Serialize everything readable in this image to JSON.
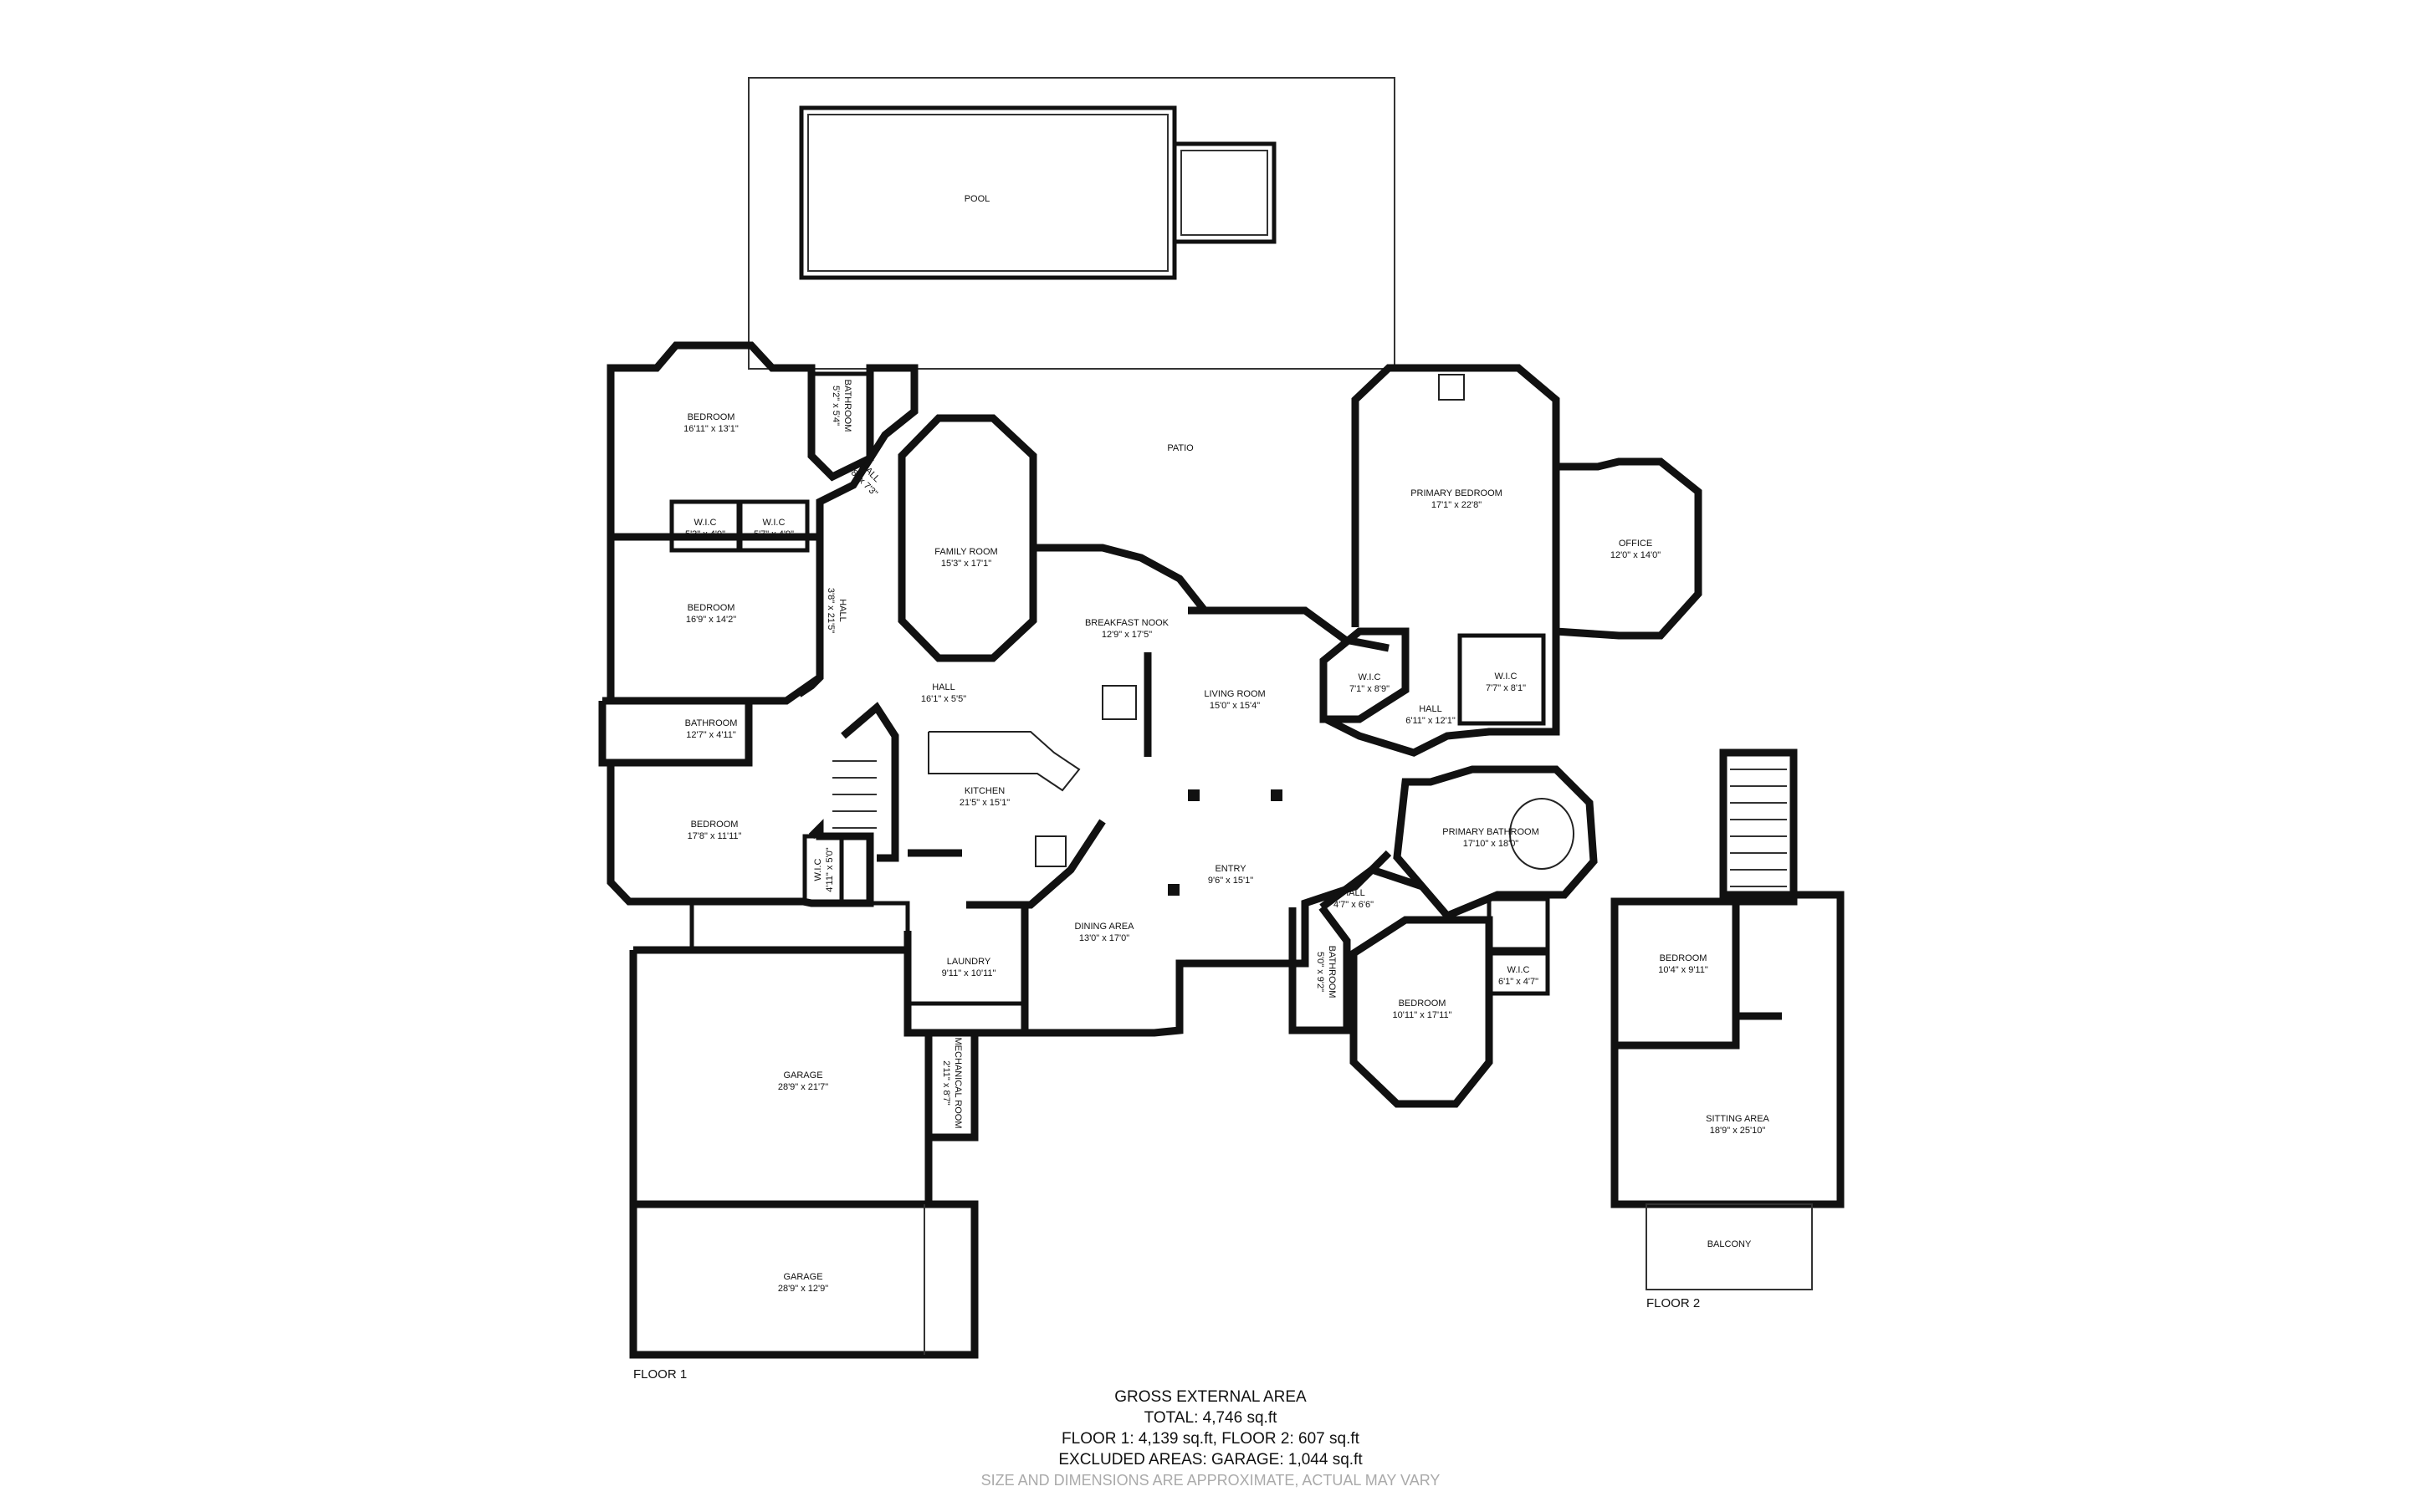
{
  "rooms": {
    "pool": {
      "name": "POOL",
      "dim": ""
    },
    "patio": {
      "name": "PATIO",
      "dim": ""
    },
    "bedroom1": {
      "name": "BEDROOM",
      "dim": "16'11\" x 13'1\""
    },
    "bath1": {
      "name": "BATHROOM",
      "dim": "5'2\" x 5'4\""
    },
    "hall_small": {
      "name": "HALL",
      "dim": "3'8\" x 7'3\""
    },
    "wic1": {
      "name": "W.I.C",
      "dim": "5'3\" x 4'9\""
    },
    "wic2": {
      "name": "W.I.C",
      "dim": "5'7\" x 4'9\""
    },
    "family_room": {
      "name": "FAMILY ROOM",
      "dim": "15'3\" x 17'1\""
    },
    "hall_vert": {
      "name": "HALL",
      "dim": "3'8\" x 21'5\""
    },
    "bedroom2": {
      "name": "BEDROOM",
      "dim": "16'9\" x 14'2\""
    },
    "breakfast_nook": {
      "name": "BREAKFAST NOOK",
      "dim": "12'9\" x 17'5\""
    },
    "hall_main": {
      "name": "HALL",
      "dim": "16'1\" x 5'5\""
    },
    "bath2": {
      "name": "BATHROOM",
      "dim": "12'7\" x 4'11\""
    },
    "kitchen": {
      "name": "KITCHEN",
      "dim": "21'5\" x 15'1\""
    },
    "living_room": {
      "name": "LIVING ROOM",
      "dim": "15'0\" x 15'4\""
    },
    "bedroom3": {
      "name": "BEDROOM",
      "dim": "17'8\" x 11'11\""
    },
    "wic3": {
      "name": "W.I.C",
      "dim": "4'11\" x 5'0\""
    },
    "entry": {
      "name": "ENTRY",
      "dim": "9'6\" x 15'1\""
    },
    "dining_area": {
      "name": "DINING AREA",
      "dim": "13'0\" x 17'0\""
    },
    "laundry": {
      "name": "LAUNDRY",
      "dim": "9'11\" x 10'11\""
    },
    "garage1": {
      "name": "GARAGE",
      "dim": "28'9\" x 21'7\""
    },
    "mechanical": {
      "name": "MECHANICAL ROOM",
      "dim": "2'11\" x 8'7\""
    },
    "garage2": {
      "name": "GARAGE",
      "dim": "28'9\" x 12'9\""
    },
    "primary_bedroom": {
      "name": "PRIMARY BEDROOM",
      "dim": "17'1\" x 22'8\""
    },
    "office": {
      "name": "OFFICE",
      "dim": "12'0\" x 14'0\""
    },
    "wic4": {
      "name": "W.I.C",
      "dim": "7'1\" x 8'9\""
    },
    "wic5": {
      "name": "W.I.C",
      "dim": "7'7\" x 8'1\""
    },
    "hall_primary": {
      "name": "HALL",
      "dim": "6'11\" x 12'1\""
    },
    "primary_bath": {
      "name": "PRIMARY BATHROOM",
      "dim": "17'10\" x 18'0\""
    },
    "hall_small2": {
      "name": "HALL",
      "dim": "4'7\" x 6'6\""
    },
    "bath3": {
      "name": "BATHROOM",
      "dim": "5'0\" x 9'2\""
    },
    "bedroom4": {
      "name": "BEDROOM",
      "dim": "10'11\" x 17'11\""
    },
    "wic6": {
      "name": "W.I.C",
      "dim": "6'1\" x 4'7\""
    },
    "bedroom5": {
      "name": "BEDROOM",
      "dim": "10'4\" x 9'11\""
    },
    "sitting_area": {
      "name": "SITTING AREA",
      "dim": "18'9\" x 25'10\""
    },
    "balcony": {
      "name": "BALCONY",
      "dim": ""
    }
  },
  "floors": {
    "floor1": "FLOOR 1",
    "floor2": "FLOOR 2"
  },
  "summary": {
    "title": "GROSS EXTERNAL AREA",
    "total": "TOTAL: 4,746 sq.ft",
    "floors": "FLOOR 1: 4,139 sq.ft, FLOOR 2: 607 sq.ft",
    "excluded": "EXCLUDED AREAS: GARAGE: 1,044 sq.ft",
    "note": "SIZE AND DIMENSIONS ARE APPROXIMATE, ACTUAL MAY VARY"
  }
}
